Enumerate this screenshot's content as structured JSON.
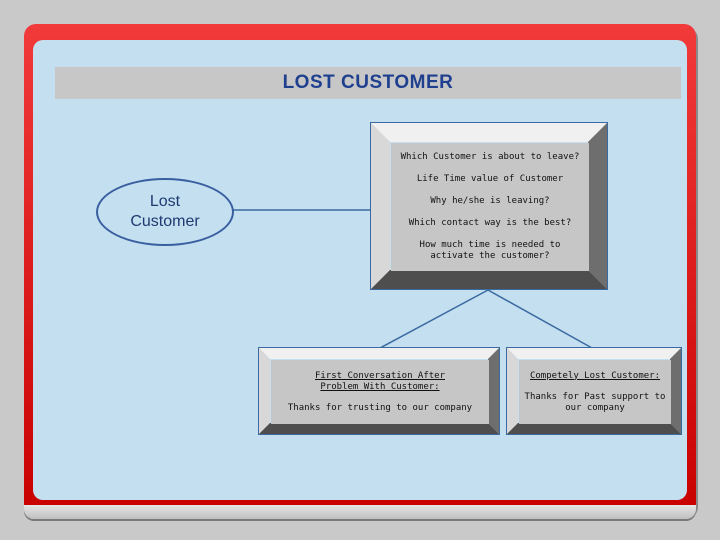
{
  "title": "LOST CUSTOMER",
  "start_node": {
    "label_line1": "Lost",
    "label_line2": "Customer"
  },
  "questions_box": {
    "lines": [
      "Which  Customer is about to leave?",
      "Life Time value of Customer",
      "Why he/she is leaving?",
      "Which contact way is the best?",
      "How much time is needed to\nactivate the customer?"
    ]
  },
  "left_box": {
    "heading": "First  Conversation  After\nProblem With Customer:",
    "text": "Thanks for trusting to our company"
  },
  "right_box": {
    "heading": "Competely Lost Customer:",
    "text": "Thanks for Past support to\nour company"
  },
  "colors": {
    "frame_red": "#e01010",
    "panel_blue": "#c3dff0",
    "title_blue": "#1f3f8f",
    "line_blue": "#3a6aa0"
  }
}
